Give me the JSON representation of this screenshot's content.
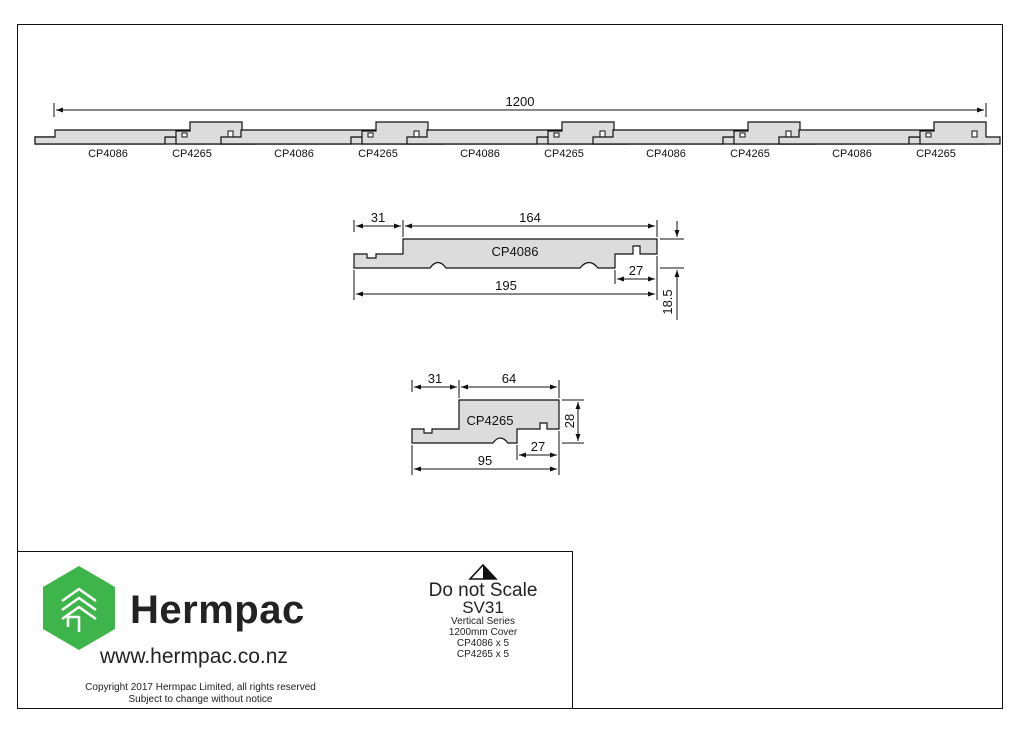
{
  "diagram": {
    "overall_width_label": "1200",
    "assembly_labels": [
      "CP4086",
      "CP4265",
      "CP4086",
      "CP4265",
      "CP4086",
      "CP4265",
      "CP4086",
      "CP4265",
      "CP4086",
      "CP4265"
    ],
    "cp4086": {
      "name": "CP4086",
      "dims": {
        "lap": "31",
        "face": "164",
        "total": "195",
        "tongue": "27",
        "thickness": "18.5"
      }
    },
    "cp4265": {
      "name": "CP4265",
      "dims": {
        "lap": "31",
        "face": "64",
        "total": "95",
        "tongue": "27",
        "thickness": "28"
      }
    }
  },
  "title_block": {
    "brand": "Hermpac",
    "website": "www.hermpac.co.nz",
    "copyright_line1": "Copyright 2017 Hermpac Limited, all rights reserved",
    "copyright_line2": "Subject to change without notice",
    "warning": "Do not Scale",
    "drawing_code": "SV31",
    "notes": [
      "Vertical Series",
      "1200mm Cover",
      "CP4086 x 5",
      "CP4265 x 5"
    ],
    "logo_color": "#3db54a"
  }
}
